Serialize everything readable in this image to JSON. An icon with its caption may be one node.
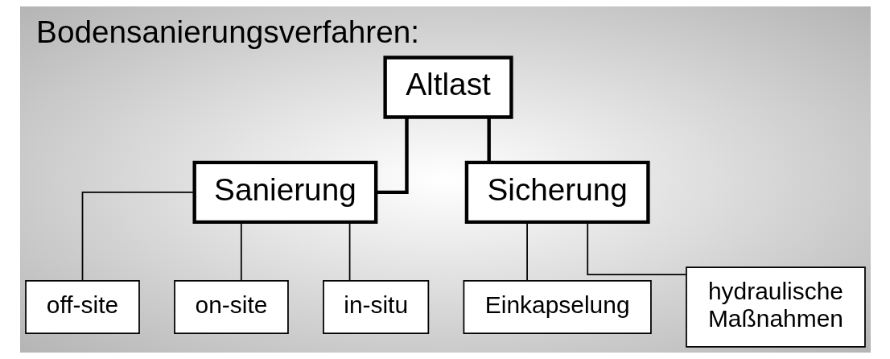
{
  "diagram": {
    "title": "Bodensanierungsverfahren:",
    "nodes": [
      {
        "text": [
          "Altlast"
        ]
      },
      {
        "text": [
          "Sanierung"
        ]
      },
      {
        "text": [
          "Sicherung"
        ]
      },
      {
        "text": [
          "off-site"
        ]
      },
      {
        "text": [
          "on-site"
        ]
      },
      {
        "text": [
          "in-situ"
        ]
      },
      {
        "text": [
          "Einkapselung"
        ]
      },
      {
        "text": [
          "hydraulische Maßnahmen"
        ]
      }
    ],
    "edges": [
      {
        "from": 0,
        "to": 1,
        "arrow": "none",
        "style": "thick"
      },
      {
        "from": 0,
        "to": 2,
        "arrow": "none",
        "style": "thick"
      },
      {
        "from": 1,
        "to": 3,
        "arrow": "none"
      },
      {
        "from": 1,
        "to": 4,
        "arrow": "none"
      },
      {
        "from": 1,
        "to": 5,
        "arrow": "none"
      },
      {
        "from": 2,
        "to": 6,
        "arrow": "none"
      },
      {
        "from": 2,
        "to": 7,
        "arrow": "none"
      }
    ]
  }
}
